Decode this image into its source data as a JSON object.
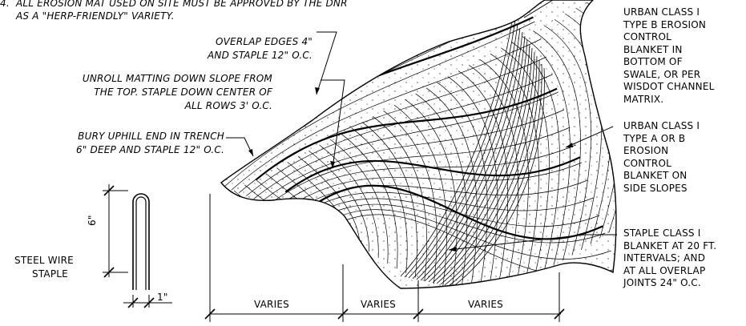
{
  "notes": {
    "note4_number": "4.",
    "note4_line1": "ALL EROSION MAT USED ON SITE MUST BE APPROVED BY THE DNR",
    "note4_line2": "AS A \"HERP-FRIENDLY\" VARIETY."
  },
  "callouts": {
    "overlap_line1": "OVERLAP EDGES 4\"",
    "overlap_line2": "AND STAPLE 12\" O.C.",
    "unroll_line1": "UNROLL MATTING DOWN SLOPE FROM",
    "unroll_line2": "THE TOP. STAPLE DOWN CENTER OF",
    "unroll_line3": "ALL ROWS 3' O.C.",
    "bury_line1": "BURY UPHILL END IN TRENCH",
    "bury_line2": "6\" DEEP AND STAPLE 12\" O.C.",
    "bottom_swale": [
      "URBAN CLASS I",
      "TYPE B EROSION",
      "CONTROL",
      "BLANKET IN",
      "BOTTOM OF",
      "SWALE, OR PER",
      "WISDOT CHANNEL",
      "MATRIX."
    ],
    "side_slopes": [
      "URBAN CLASS I",
      "TYPE A OR B",
      "EROSION",
      "CONTROL",
      "BLANKET ON",
      "SIDE SLOPES"
    ],
    "staple_intervals": [
      "STAPLE CLASS I",
      "BLANKET AT 20 FT.",
      "INTERVALS; AND",
      "AT ALL OVERLAP",
      "JOINTS 24\" O.C."
    ]
  },
  "staple_detail": {
    "height_dim": "6\"",
    "width_dim": "1\"",
    "label_line1": "STEEL WIRE",
    "label_line2": "STAPLE"
  },
  "dimensions": [
    "VARIES",
    "VARIES",
    "VARIES"
  ]
}
